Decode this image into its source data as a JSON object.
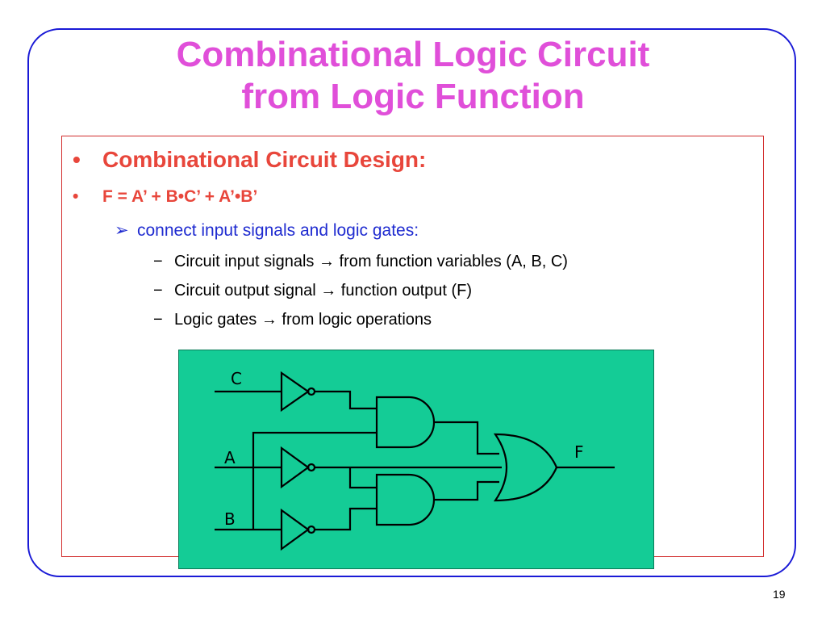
{
  "slide": {
    "title_line1": "Combinational Logic Circuit",
    "title_line2": "from Logic Function",
    "bullet_symbol": "•",
    "bullet1": "Combinational Circuit Design:",
    "bullet2": "F = A’ + B•C’ + A’•B’",
    "sub_arrow": "➢",
    "bullet3": "connect input signals and logic gates:",
    "dash": "−",
    "sub_items": [
      "Circuit input signals → from function variables (A, B, C)",
      "Circuit output signal → function output (F)",
      "Logic gates → from logic operations"
    ],
    "page_number": "19"
  },
  "diagram": {
    "labels": {
      "c": "C",
      "a": "A",
      "b": "B",
      "f": "F"
    },
    "colors": {
      "background": "#14cc96",
      "stroke": "#000000"
    }
  }
}
